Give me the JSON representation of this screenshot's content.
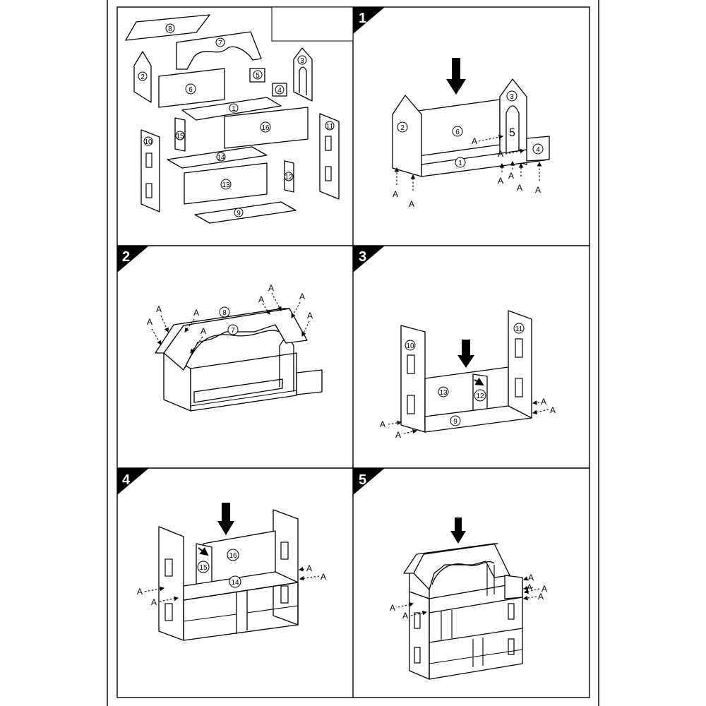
{
  "steps": [
    "1",
    "2",
    "3",
    "4",
    "5"
  ],
  "connector_label": "A",
  "parts": {
    "p1": "1",
    "p2": "2",
    "p3": "3",
    "p4": "4",
    "p5": "5",
    "p6": "6",
    "p7": "7",
    "p8": "8",
    "p9": "9",
    "p10": "10",
    "p11": "11",
    "p12": "12",
    "p13": "13",
    "p14": "14",
    "p15": "15",
    "p16": "16"
  }
}
